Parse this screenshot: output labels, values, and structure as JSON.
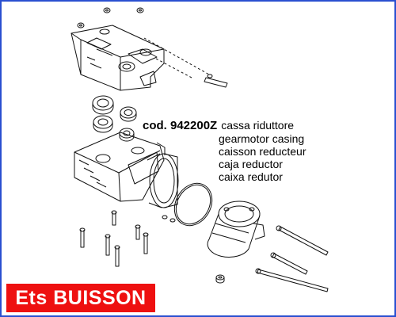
{
  "part": {
    "code": "cod. 942200Z",
    "descriptions": [
      "cassa riduttore",
      "gearmotor casing",
      "caisson reducteur",
      "caja reductor",
      "caixa redutor"
    ]
  },
  "brand": {
    "name": "Ets BUISSON",
    "background": "#ee1010",
    "text_color": "#ffffff"
  },
  "frame_color": "#2a4fd0"
}
